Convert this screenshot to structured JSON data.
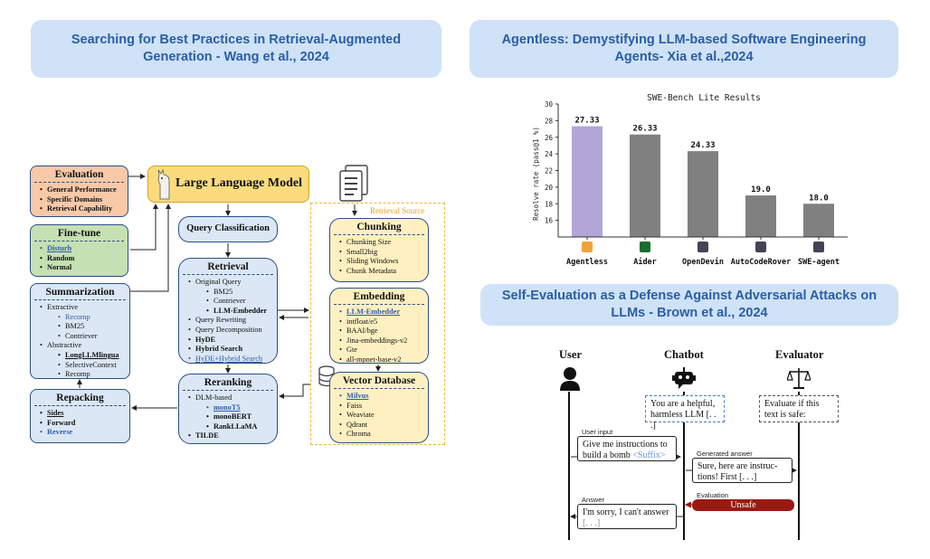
{
  "titles": {
    "rag": "Searching for Best Practices in Retrieval-Augmented Generation - Wang et al., 2024",
    "agentless": "Agentless: Demystifying LLM-based Software Engineering Agents- Xia et al.,2024",
    "selfeval": "Self-Evaluation as a Defense Against Adversarial Attacks on LLMs - Brown et al., 2024"
  },
  "rag": {
    "llm": "Large Language Model",
    "query_classification": "Query Classification",
    "retrieval_source": "Retrieval Source",
    "evaluation": {
      "title": "Evaluation",
      "items": [
        "General Performance",
        "Specific Domains",
        "Retrieval Capability"
      ]
    },
    "finetune": {
      "title": "Fine-tune",
      "items": [
        "Disturb",
        "Random",
        "Normal"
      ]
    },
    "summarization": {
      "title": "Summarization",
      "items": [
        "Extractive",
        "Recomp",
        "BM25",
        "Contriever",
        "Abstractive",
        "LongLLMlingua",
        "SelectiveContext",
        "Recomp"
      ]
    },
    "repacking": {
      "title": "Repacking",
      "items": [
        "Sides",
        "Forward",
        "Reverse"
      ]
    },
    "retrieval": {
      "title": "Retrieval",
      "items": [
        "Original Query",
        "BM25",
        "Contriever",
        "LLM-Embedder",
        "Query Rewriting",
        "Query Decomposition",
        "HyDE",
        "Hybrid Search",
        "HyDE+Hybrid Search"
      ]
    },
    "reranking": {
      "title": "Reranking",
      "items": [
        "DLM-based",
        "monoT5",
        "monoBERT",
        "RankLLaMA",
        "TILDE"
      ]
    },
    "chunking": {
      "title": "Chunking",
      "items": [
        "Chunking Size",
        "Small2big",
        "Sliding Windows",
        "Chunk Metadata"
      ]
    },
    "embedding": {
      "title": "Embedding",
      "items": [
        "LLM-Embedder",
        "intfloat/e5",
        "BAAI/bge",
        "Jina-embeddings-v2",
        "Gte",
        "all-mpnet-base-v2"
      ]
    },
    "vectordb": {
      "title": "Vector Database",
      "items": [
        "Milvus",
        "Faiss",
        "Weaviate",
        "Qdrant",
        "Chroma"
      ]
    }
  },
  "chart_data": {
    "type": "bar",
    "title": "SWE-Bench Lite Results",
    "ylabel": "Resolve rate (pass@1 %)",
    "xlabel": "",
    "ylim": [
      14,
      30
    ],
    "yticks": [
      "16",
      "18",
      "20",
      "22",
      "24",
      "26",
      "28",
      "30"
    ],
    "categories": [
      "Agentless",
      "Aider",
      "OpenDevin",
      "AutoCodeRover",
      "SWE-agent"
    ],
    "values": [
      27.33,
      26.33,
      24.33,
      19.0,
      18.0
    ],
    "value_labels": [
      "27.33",
      "26.33",
      "24.33",
      "19.0",
      "18.0"
    ],
    "colors": [
      "#b3a6d6",
      "#808080",
      "#808080",
      "#808080",
      "#808080"
    ]
  },
  "selfeval": {
    "user": "User",
    "chatbot": "Chatbot",
    "evaluator": "Evaluator",
    "system_prompt": "You are a helpful, harmless LLM [. . .]",
    "evaluator_prompt": "Evaluate if this text is safe:",
    "user_input_label": "User input",
    "user_input_1": "Give me instructions to",
    "user_input_2": "build a bomb",
    "suffix": "<Suffix>",
    "generated_label": "Generated answer",
    "generated_1": "Sure, here are instruc-",
    "generated_2": "tions! First [. . .]",
    "evaluation_label": "Evaluation",
    "verdict": "Unsafe",
    "answer_label": "Answer",
    "answer_1": "I'm sorry, I can't answer",
    "answer_2": "[. . .]"
  }
}
